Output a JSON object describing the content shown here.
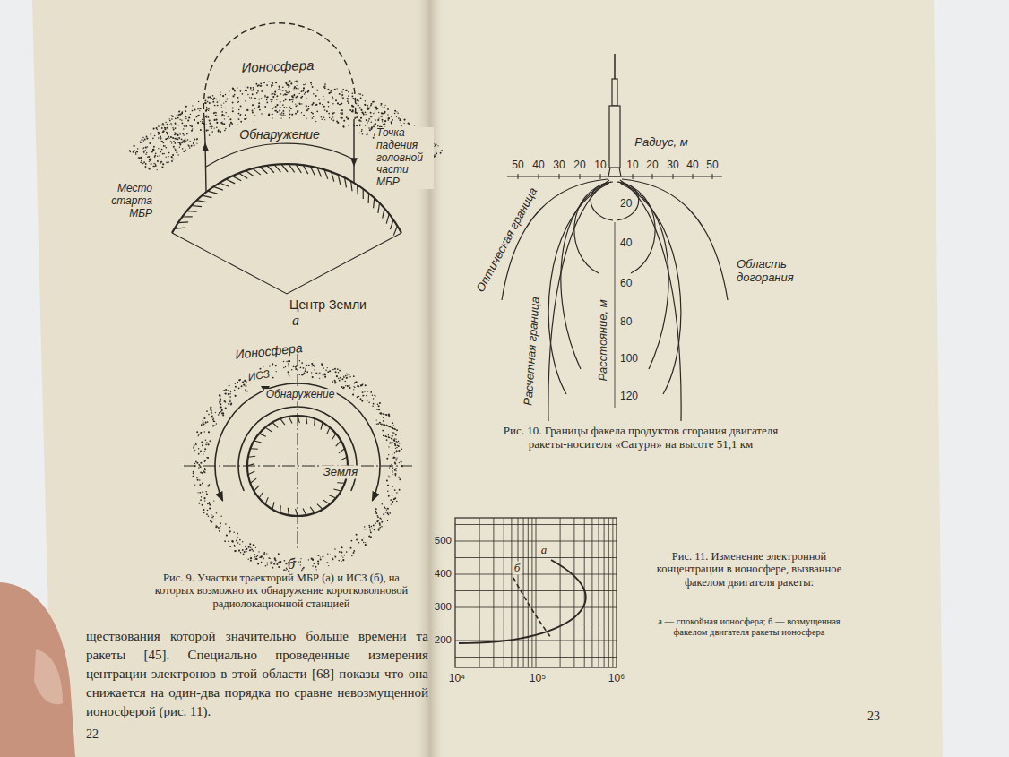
{
  "diagram": {
    "labels": [
      "Ионосфера",
      "Обнаружение",
      "Место старта МБР",
      "Точка падения головной части МБР",
      "Центр Земли",
      "а",
      "Ионосфера",
      "ИСЗ",
      "Обнаружение",
      "Земля",
      "б",
      "Рис. 9. Участки траекторий МБР (а) и ИСЗ (б), на которых возможно их обнаружение коротковолновой радиолокационной станцией",
      "ществования которой значительно больше времени та ракеты [45]. Специально проведенные измерения центрации электронов в этой области [68] показы что она снижается на один-два порядка по сравне невозмущенной ионосферой (рис. 11).",
      "22",
      "Радиус, м",
      "50",
      "40",
      "30",
      "20",
      "10",
      "10",
      "20",
      "30",
      "40",
      "50",
      "20",
      "40",
      "60",
      "80",
      "100",
      "120",
      "Расстояние, м",
      "Оптическая граница",
      "Расчетная граница",
      "Область догорания",
      "Рис. 10. Границы факела продуктов сгорания двигателя ракеты-носителя «Сатурн» на высоте 51,1 км",
      "500",
      "400",
      "300",
      "200",
      "10⁴",
      "10⁵",
      "10⁶",
      "а",
      "б",
      "Рис. 11. Изменение электронной концентрации в ионосфере, вызванное факелом двигателя ракеты:",
      "а — спокойная ионосфера; б — возмущенная факелом двигателя ракеты ионосфера",
      "23"
    ]
  }
}
